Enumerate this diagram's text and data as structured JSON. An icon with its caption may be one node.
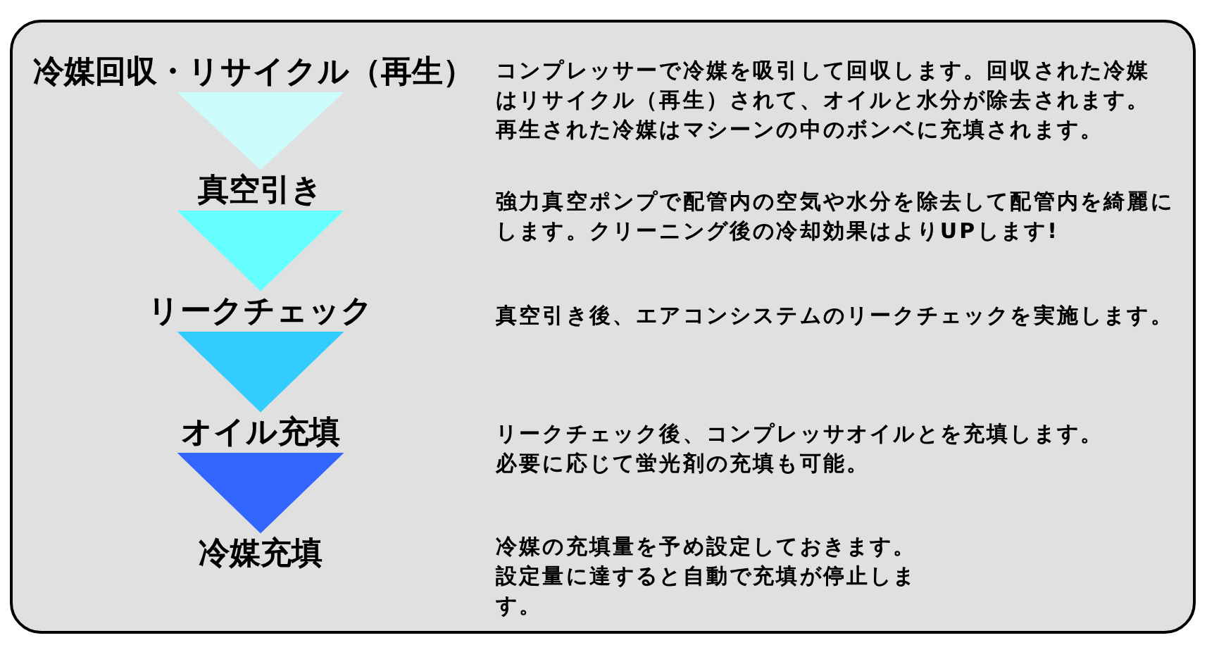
{
  "diagram": {
    "nodes": [
      {
        "text": [
          "冷媒回収・リサイクル（再生）"
        ],
        "beside": [
          "コンプレッサーで冷媒を吸引して回収します。回収された冷媒はリサイクル（再生）されて、オイルと水分が除去されます。再生された冷媒はマシーンの中のボンベに充填されます。"
        ]
      },
      {
        "text": [
          "真空引き"
        ]
      },
      {
        "text": [
          "リークチェック"
        ]
      },
      {
        "text": [
          "オイル充填"
        ]
      },
      {
        "text": [
          "冷媒充填"
        ]
      }
    ],
    "edges": [
      {
        "from": 0,
        "to": 1,
        "arrow": "to",
        "color": "#ccfcfc"
      },
      {
        "from": 1,
        "to": 2,
        "arrow": "to",
        "color": "#66ffff"
      },
      {
        "from": 2,
        "to": 3,
        "arrow": "to",
        "color": "#33ccff"
      },
      {
        "from": 3,
        "to": 4,
        "arrow": "to",
        "color": "#3366ff"
      }
    ],
    "labels": [
      "強力真空ポンプで配管内の空気や水分を除去して配管内を綺麗にします。クリーニング後の冷却効果はよりUPします!",
      "真空引き後、エアコンシステムのリークチェックを実施します。",
      "リークチェック後、コンプレッサオイルとを充填します。必要に応じて蛍光剤の充填も可能。",
      "冷媒の充填量を予め設定しておきます。設定量に達すると自動で充填が停止します。"
    ]
  }
}
